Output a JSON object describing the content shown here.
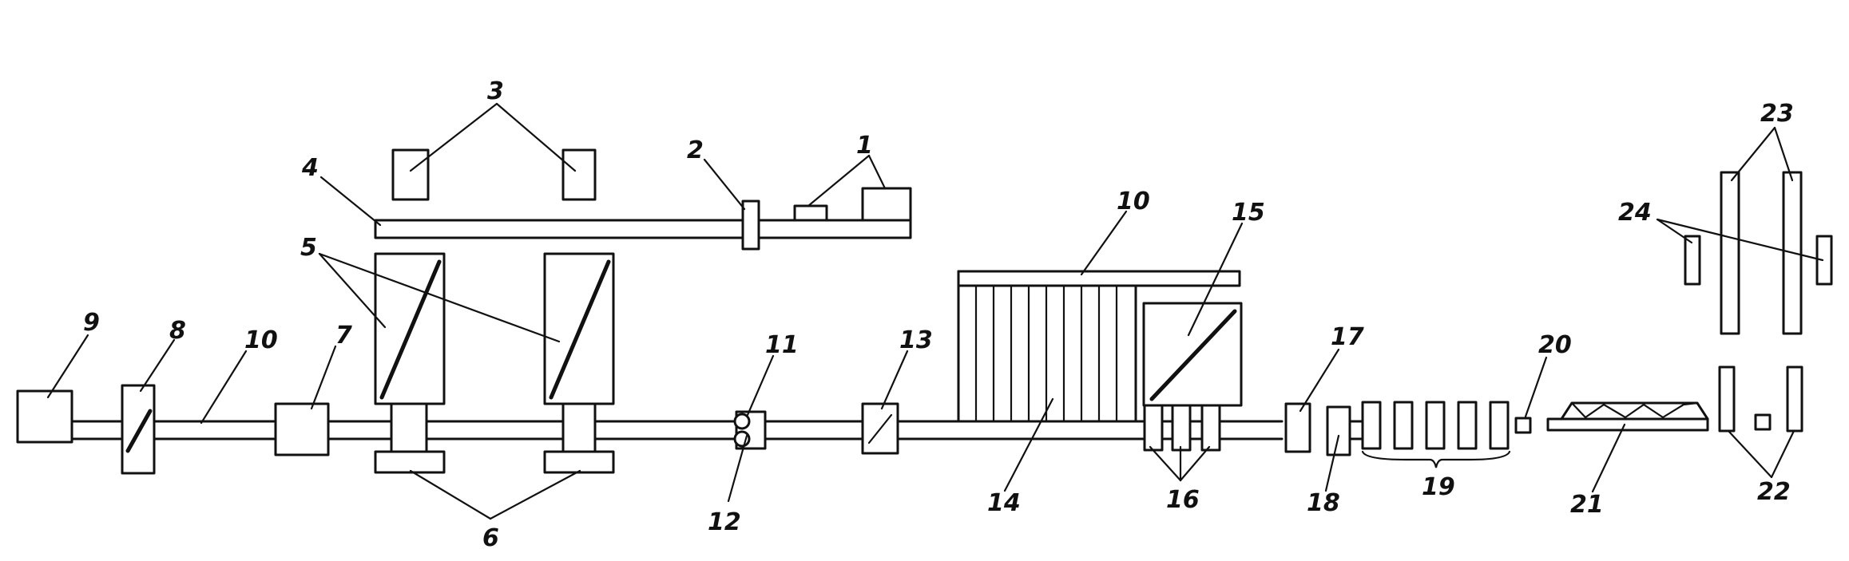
{
  "labels": {
    "l1": "1",
    "l2": "2",
    "l3": "3",
    "l4": "4",
    "l5": "5",
    "l6": "6",
    "l7": "7",
    "l8": "8",
    "l9": "9",
    "l10a": "10",
    "l10b": "10",
    "l11": "11",
    "l12": "12",
    "l13": "13",
    "l14": "14",
    "l15": "15",
    "l16": "16",
    "l17": "17",
    "l18": "18",
    "l19": "19",
    "l20": "20",
    "l21": "21",
    "l22": "22",
    "l23": "23",
    "l24": "24"
  }
}
